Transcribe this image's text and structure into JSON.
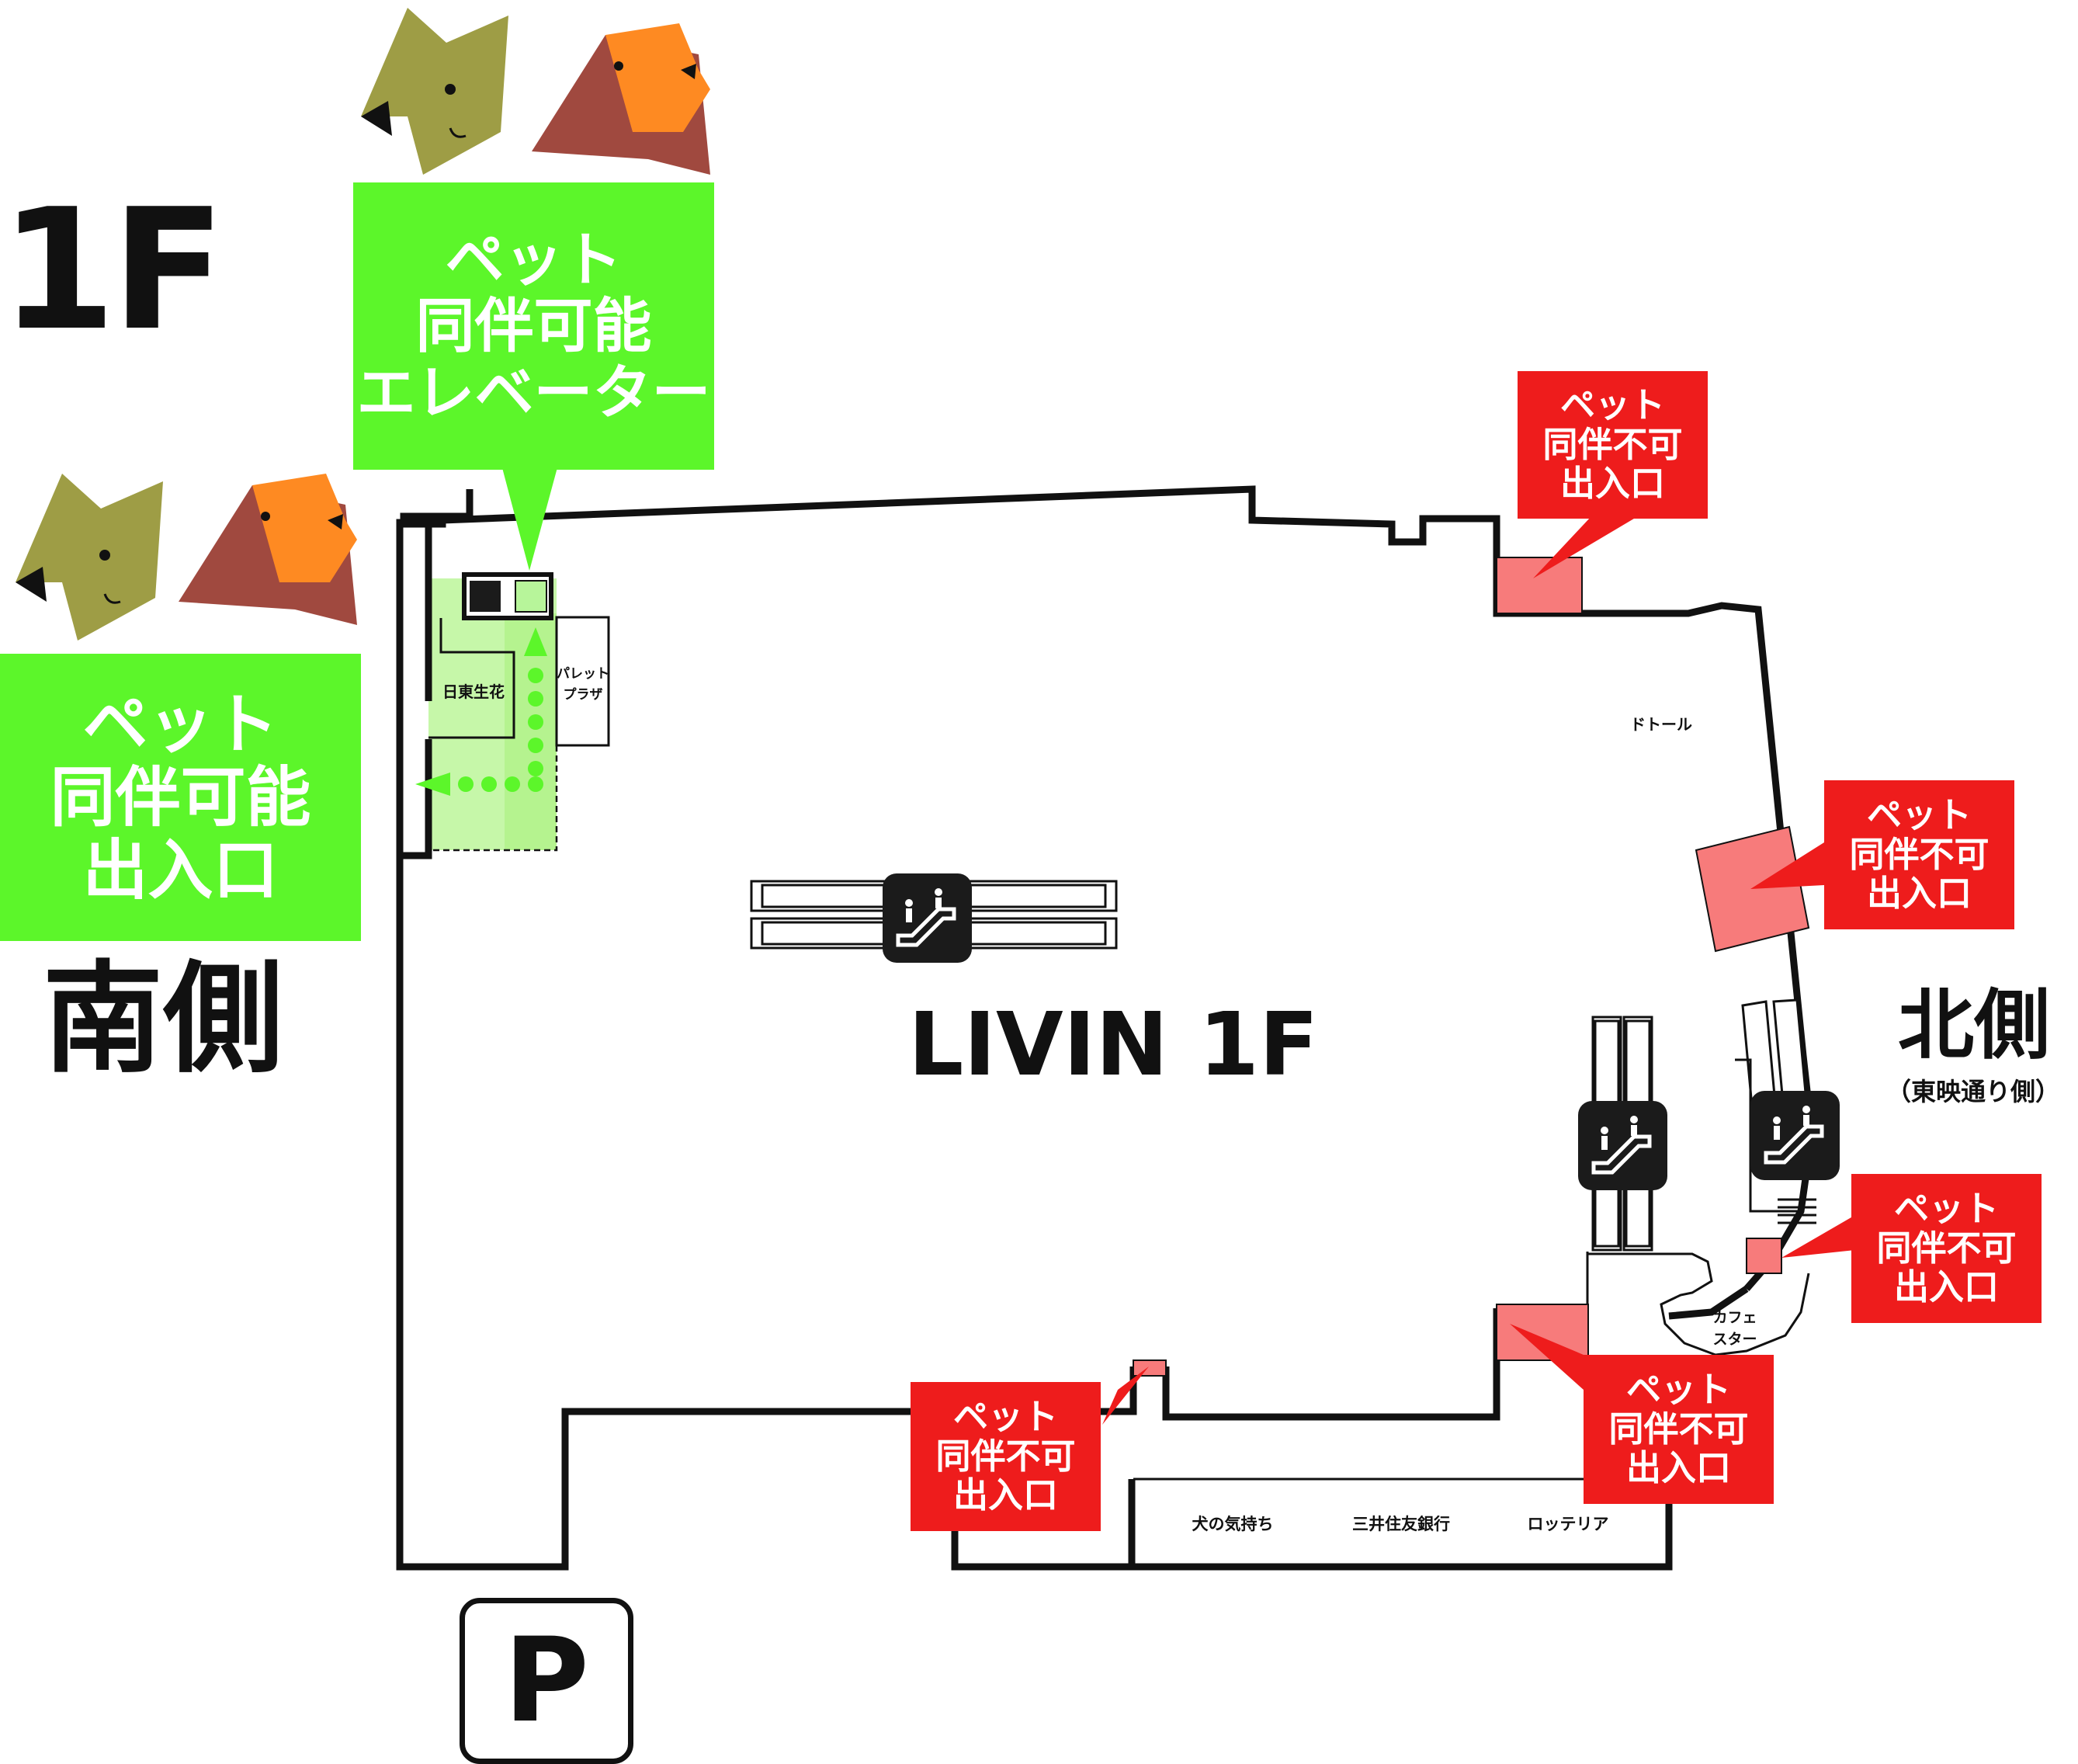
{
  "floor": "1F",
  "title": "LIVIN 1F",
  "south": {
    "label": "南側"
  },
  "north": {
    "label": "北側",
    "sub": "（東映通り側）"
  },
  "pet_ok_elevator": {
    "lines": [
      "ペット",
      "同伴可能",
      "エレベーター"
    ]
  },
  "pet_ok_entrance": {
    "lines": [
      "ペット",
      "同伴可能",
      "出入口"
    ]
  },
  "pet_ng_entrance": {
    "lines": [
      "ペット",
      "同伴不可",
      "出入口"
    ]
  },
  "shops": {
    "nitto": "日東生花",
    "palette": [
      "パレット",
      "プラザ"
    ],
    "doutor": "ドトール",
    "cafe": [
      "カフェ",
      "スター"
    ],
    "inu": "犬の気持ち",
    "smbc": "三井住友銀行",
    "lotteria": "ロッテリア"
  },
  "parking": "P",
  "colors": {
    "pet_ok": "#5cf62a",
    "pet_ng": "#ee1c1c",
    "entrance_ng": "#f77b7b"
  },
  "icons": [
    "escalator-icon",
    "elevator-icon",
    "dog-olive-icon",
    "dog-orange-icon",
    "parking-icon"
  ]
}
